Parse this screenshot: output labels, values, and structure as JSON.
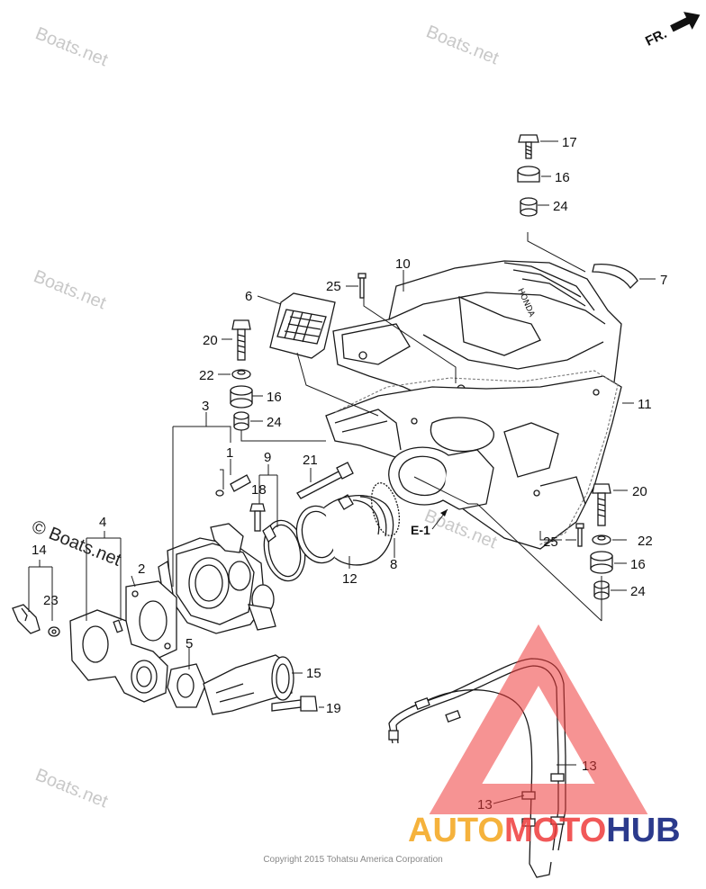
{
  "watermark": "© Boats.net",
  "watermark_short": "Boats.net",
  "direction_label": "FR.",
  "section_label": "E-1",
  "brand_on_part": "HONDA",
  "copyright": "Copyright 2015 Tohatsu America Corporation",
  "logo": {
    "text_a": "AUTO",
    "text_b": "MOTO",
    "text_c": "HUB",
    "color_a": "#f5b23c",
    "color_b": "#ee3b3b",
    "color_c": "#2b3a8c"
  },
  "callouts": {
    "c1": "1",
    "c2": "2",
    "c3": "3",
    "c4": "4",
    "c5": "5",
    "c6": "6",
    "c7": "7",
    "c8": "8",
    "c9": "9",
    "c10": "10",
    "c11": "11",
    "c12": "12",
    "c13a": "13",
    "c13b": "13",
    "c14": "14",
    "c15": "15",
    "c16a": "16",
    "c16b": "16",
    "c16c": "16",
    "c17": "17",
    "c18": "18",
    "c19": "19",
    "c20a": "20",
    "c20b": "20",
    "c21": "21",
    "c22a": "22",
    "c22b": "22",
    "c23": "23",
    "c24a": "24",
    "c24b": "24",
    "c24c": "24",
    "c25a": "25",
    "c25b": "25"
  }
}
